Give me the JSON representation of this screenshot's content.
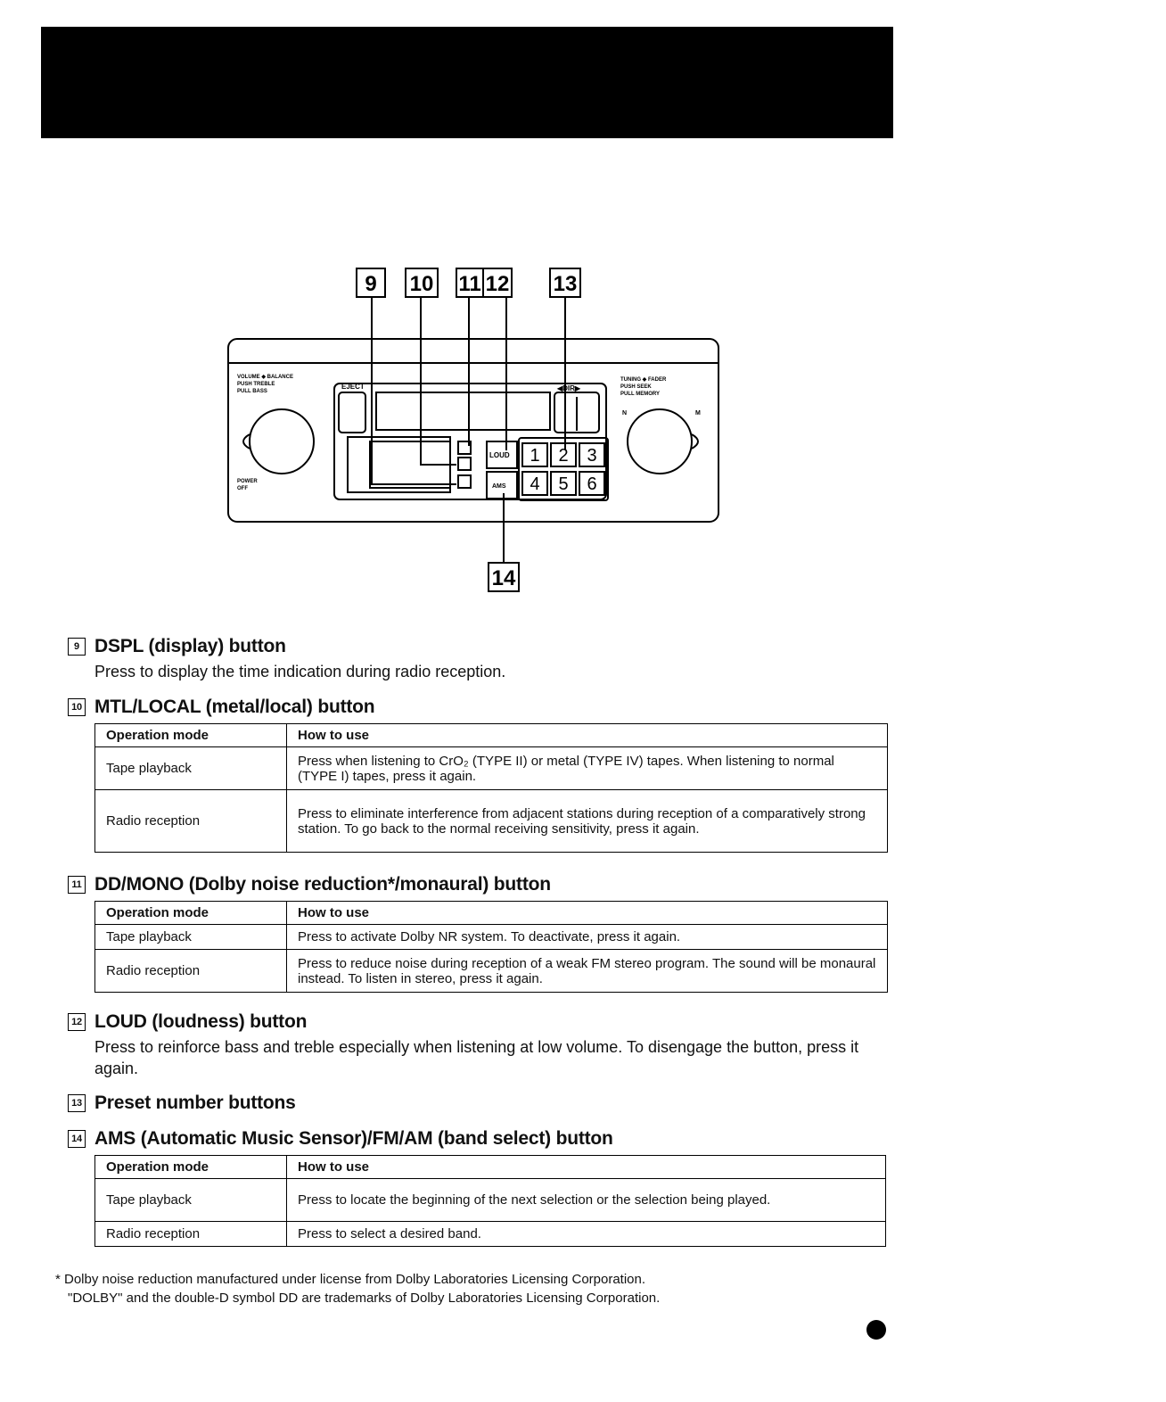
{
  "diagram": {
    "callouts": [
      "9",
      "10",
      "11",
      "12",
      "13",
      "14"
    ],
    "left_labels": [
      "VOLUME ◆ BALANCE",
      "PUSH TREBLE",
      "PULL BASS"
    ],
    "power_label": [
      "POWER",
      "OFF"
    ],
    "eject_label": "EJECT",
    "dir_label": "◀DIR▶",
    "loud_label": "LOUD",
    "ams_label": "AMS",
    "right_labels": [
      "TUNING ◆ FADER",
      "PUSH SEEK",
      "PULL MEMORY"
    ],
    "knob_marks": [
      "N",
      "M"
    ],
    "preset_buttons": [
      "1",
      "2",
      "3",
      "4",
      "5",
      "6"
    ]
  },
  "sections": {
    "s9": {
      "num": "9",
      "title": "DSPL (display) button",
      "desc": "Press to display the time indication during radio reception."
    },
    "s10": {
      "num": "10",
      "title": "MTL/LOCAL (metal/local) button",
      "headers": [
        "Operation mode",
        "How to use"
      ],
      "rows": [
        [
          "Tape playback",
          "Press when listening to CrO₂ (TYPE II) or metal (TYPE IV) tapes. When listening to normal (TYPE I) tapes, press it again."
        ],
        [
          "Radio reception",
          "Press to eliminate interference from adjacent stations during reception of a comparatively strong station. To go back to the normal receiving sensitivity, press it again."
        ]
      ]
    },
    "s11": {
      "num": "11",
      "title": "DD/MONO (Dolby noise reduction*/monaural) button",
      "headers": [
        "Operation mode",
        "How to use"
      ],
      "rows": [
        [
          "Tape playback",
          "Press to activate Dolby NR system. To deactivate, press it again."
        ],
        [
          "Radio reception",
          "Press to reduce noise during reception of a weak FM stereo program. The sound will be monaural instead. To listen in stereo, press it again."
        ]
      ]
    },
    "s12": {
      "num": "12",
      "title": "LOUD (loudness) button",
      "desc": "Press to reinforce bass and treble especially when listening at low volume. To disengage the button, press it again."
    },
    "s13": {
      "num": "13",
      "title": "Preset number buttons"
    },
    "s14": {
      "num": "14",
      "title": "AMS (Automatic Music Sensor)/FM/AM (band select) button",
      "headers": [
        "Operation mode",
        "How to use"
      ],
      "rows": [
        [
          "Tape playback",
          "Press to locate the beginning of the next selection or the selection being played."
        ],
        [
          "Radio reception",
          "Press to select a desired band."
        ]
      ]
    }
  },
  "footnote": {
    "line1": "* Dolby noise reduction manufactured under license from Dolby Laboratories Licensing Corporation.",
    "line2": "\"DOLBY\" and the double-D symbol DD are trademarks of Dolby Laboratories Licensing Corporation."
  }
}
